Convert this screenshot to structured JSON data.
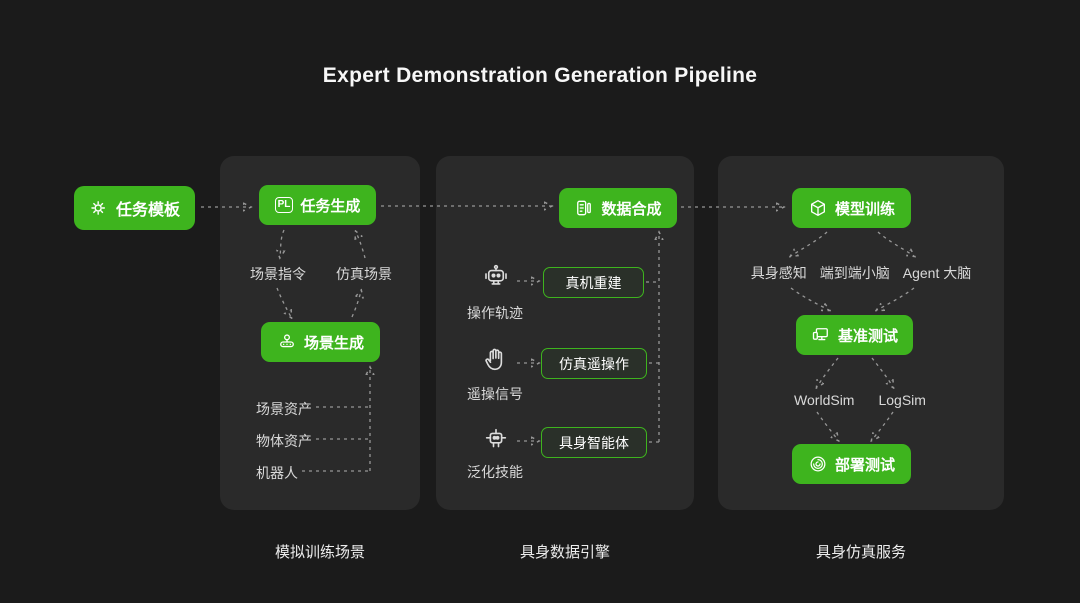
{
  "title": "Expert Demonstration Generation Pipeline",
  "colors": {
    "background": "#1b1b1b",
    "panel": "#2a2a2a",
    "accent_green": "#3eb41e",
    "arrow_gray": "#979797"
  },
  "icons": {
    "task_template": "gears-icon",
    "task_gen": "pl-badge-icon",
    "scene_gen": "robot-icon",
    "data_synth": "document-list-icon",
    "model_train": "cube-icon",
    "benchmark": "monitor-icon",
    "deploy": "spiral-circle-icon",
    "row1": "robot-head-icon",
    "row2": "glove-icon",
    "row3": "small-robot-icon"
  },
  "task_template": {
    "label": "任务模板"
  },
  "panel1": {
    "caption": "模拟训练场景",
    "task_gen_label": "任务生成",
    "task_gen_icon_text": "PL",
    "scene_instruction": "场景指令",
    "sim_scene": "仿真场景",
    "scene_gen_label": "场景生成",
    "assets": [
      "场景资产",
      "物体资产",
      "机器人"
    ]
  },
  "panel2": {
    "caption": "具身数据引擎",
    "data_synth_label": "数据合成",
    "rows": [
      {
        "source": "操作轨迹",
        "target": "真机重建"
      },
      {
        "source": "遥操信号",
        "target": "仿真遥操作"
      },
      {
        "source": "泛化技能",
        "target": "具身智能体"
      }
    ]
  },
  "panel3": {
    "caption": "具身仿真服务",
    "model_train_label": "模型训练",
    "brains": [
      "具身感知",
      "端到端小脑",
      "Agent 大脑"
    ],
    "benchmark_label": "基准测试",
    "sims": [
      "WorldSim",
      "LogSim"
    ],
    "deploy_label": "部署测试"
  }
}
